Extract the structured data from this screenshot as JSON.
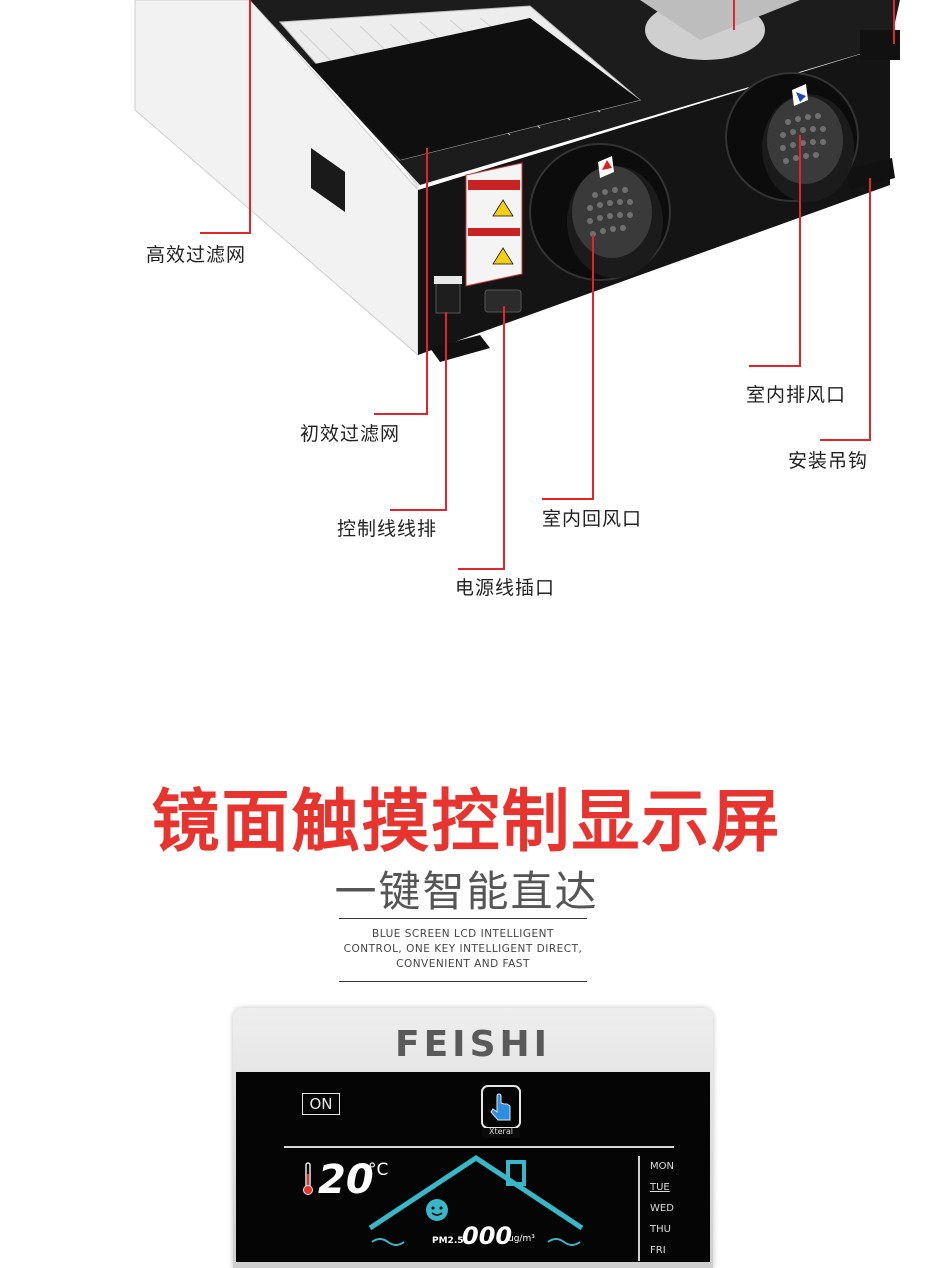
{
  "callouts": {
    "high_efficiency_filter": "高效过滤网",
    "primary_filter": "初效过滤网",
    "control_terminal": "控制线线排",
    "power_socket": "电源线插口",
    "indoor_return_air": "室内回风口",
    "indoor_exhaust_air": "室内排风口",
    "mounting_hook": "安装吊钩"
  },
  "warning_label": {
    "text": "⚠"
  },
  "section": {
    "title": "镜面触摸控制显示屏",
    "subtitle": "一键智能直达",
    "english_lines": [
      "BLUE SCREEN LCD INTELLIGENT",
      "CONTROL, ONE KEY INTELLIGENT DIRECT,",
      "CONVENIENT AND FAST"
    ]
  },
  "panel": {
    "brand": "FEISHI",
    "status": "ON",
    "button_label": "Xteral",
    "temperature": "20",
    "temperature_unit": "°C",
    "pm_label": "PM2.5",
    "pm_value": "000",
    "pm_unit": "ug/m³",
    "days": [
      "MON",
      "TUE",
      "WED",
      "THU",
      "FRI"
    ]
  },
  "colors": {
    "accent_red": "#e8342e",
    "leader_red": "#e3252a",
    "lcd_house": "#37b7c8"
  }
}
